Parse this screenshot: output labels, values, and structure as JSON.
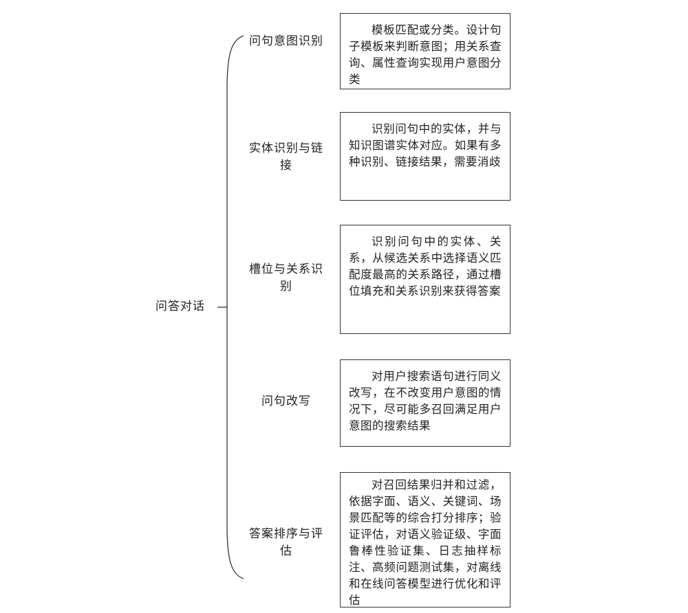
{
  "root": {
    "label": "问答对话"
  },
  "branches": [
    {
      "label": "问句意图识别",
      "description": "模板匹配或分类。设计句子模板来判断意图；用关系查询、属性查询实现用户意图分类"
    },
    {
      "label": "实体识别与链接",
      "description": "识别问句中的实体，并与知识图谱实体对应。如果有多种识别、链接结果，需要消歧"
    },
    {
      "label": "槽位与关系识别",
      "description": "识别问句中的实体、关系，从候选关系中选择语义匹配度最高的关系路径，通过槽位填充和关系识别来获得答案"
    },
    {
      "label": "问句改写",
      "description": "对用户搜索语句进行同义改写，在不改变用户意图的情况下，尽可能多召回满足用户意图的搜索结果"
    },
    {
      "label": "答案排序与评估",
      "description": "对召回结果归并和过滤，依据字面、语义、关键词、场景匹配等的综合打分排序；验证评估，对语义验证级、字面鲁棒性验证集、日志抽样标注、高频问题测试集，对离线和在线问答模型进行优化和评估"
    }
  ]
}
